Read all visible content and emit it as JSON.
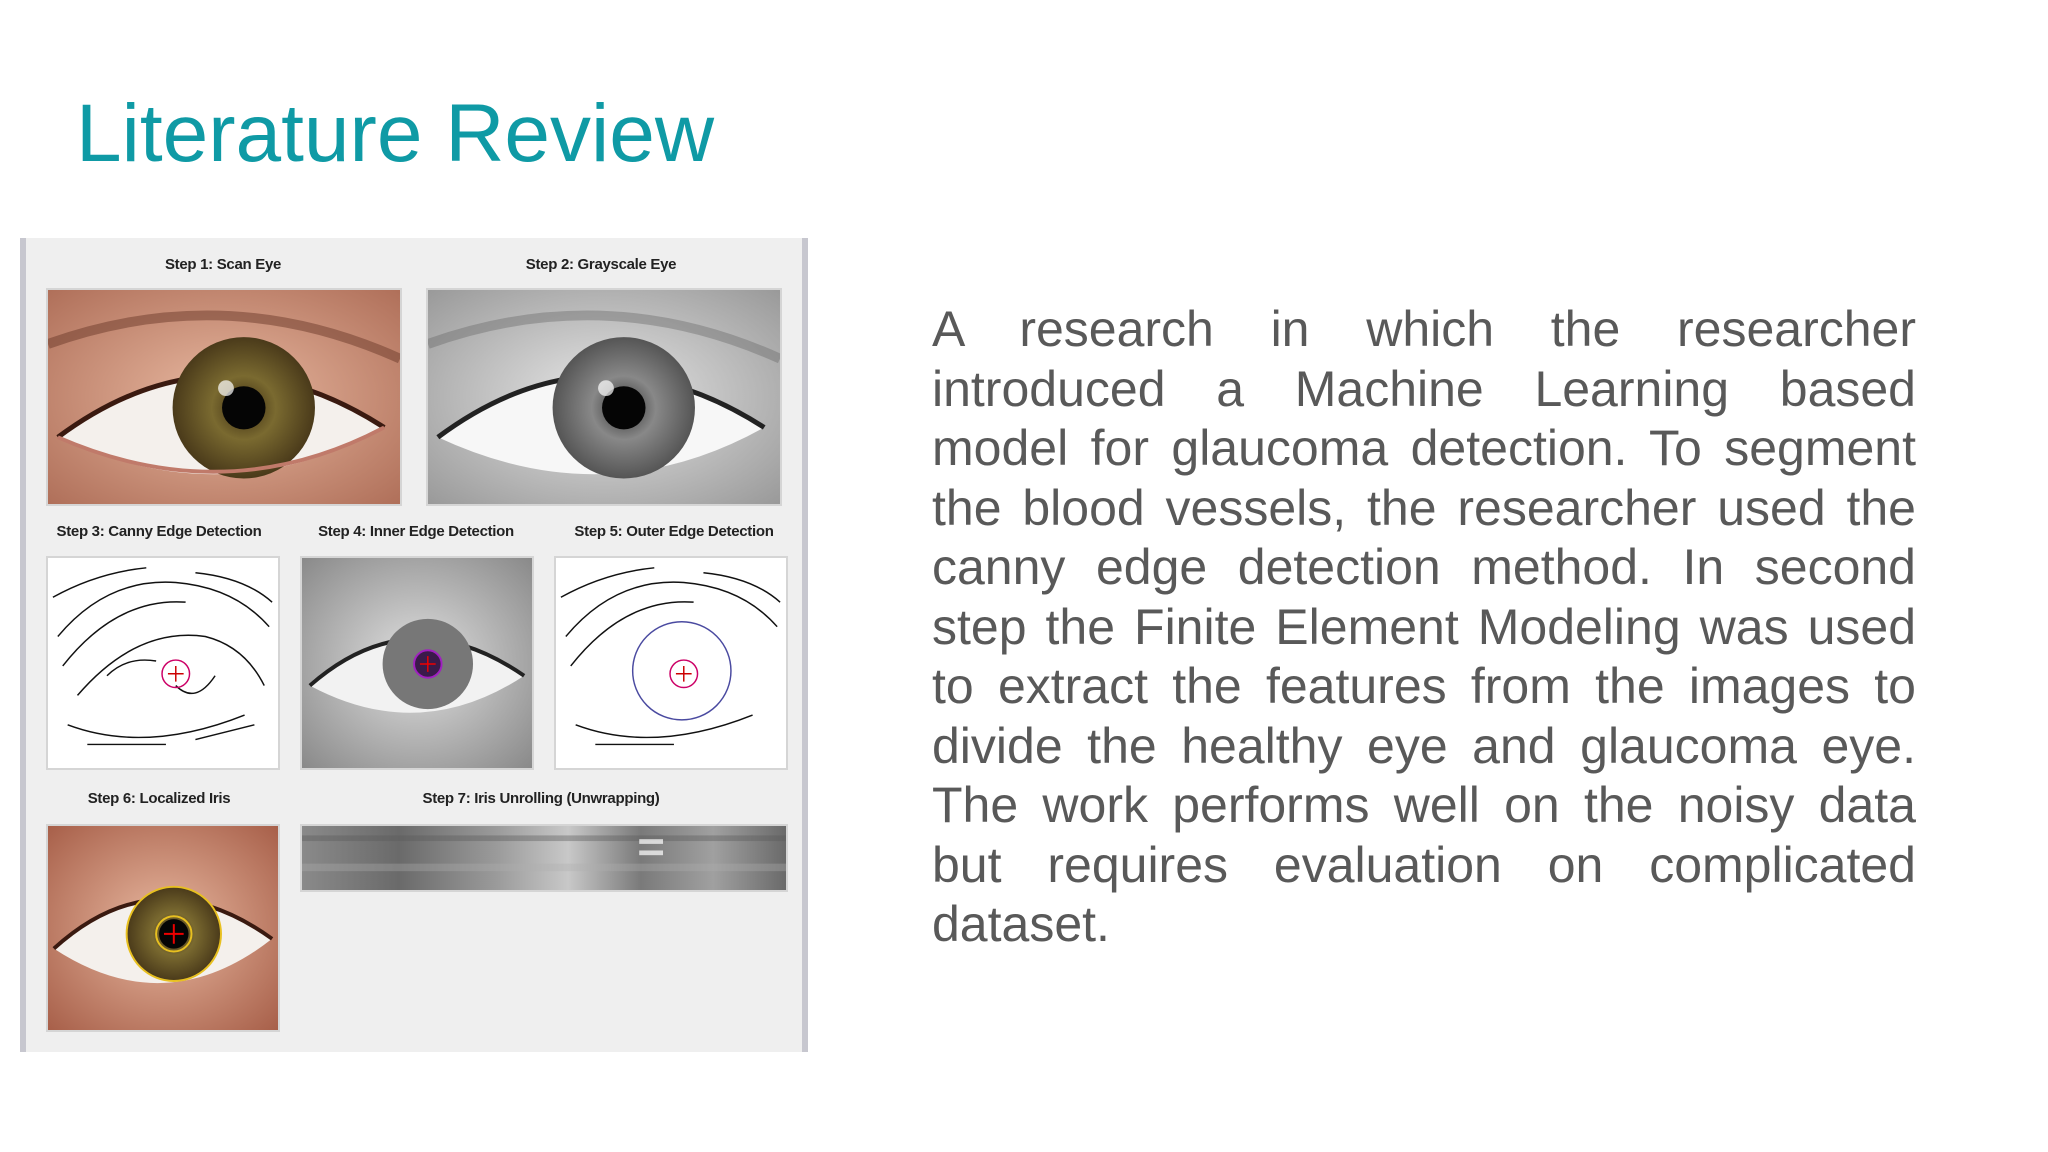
{
  "slide": {
    "title": "Literature Review",
    "body": "A research in which the researcher introduced a Machine Learning based model for glaucoma detection. To segment the blood vessels, the researcher used the canny edge detection method. In second step the Finite Element Modeling was used to extract the features from the images to divide the healthy eye and glaucoma eye. The work performs well on the noisy data but requires evaluation on complicated dataset."
  },
  "figure": {
    "steps": [
      {
        "label": "Step 1: Scan Eye"
      },
      {
        "label": "Step 2: Grayscale Eye"
      },
      {
        "label": "Step 3: Canny Edge Detection"
      },
      {
        "label": "Step 4: Inner Edge Detection"
      },
      {
        "label": "Step 5: Outer Edge Detection"
      },
      {
        "label": "Step 6: Localized Iris"
      },
      {
        "label": "Step 7: Iris Unrolling (Unwrapping)"
      }
    ]
  },
  "colors": {
    "title": "#0f9aa5",
    "body_text": "#595959",
    "panel_bg": "#efefef"
  }
}
